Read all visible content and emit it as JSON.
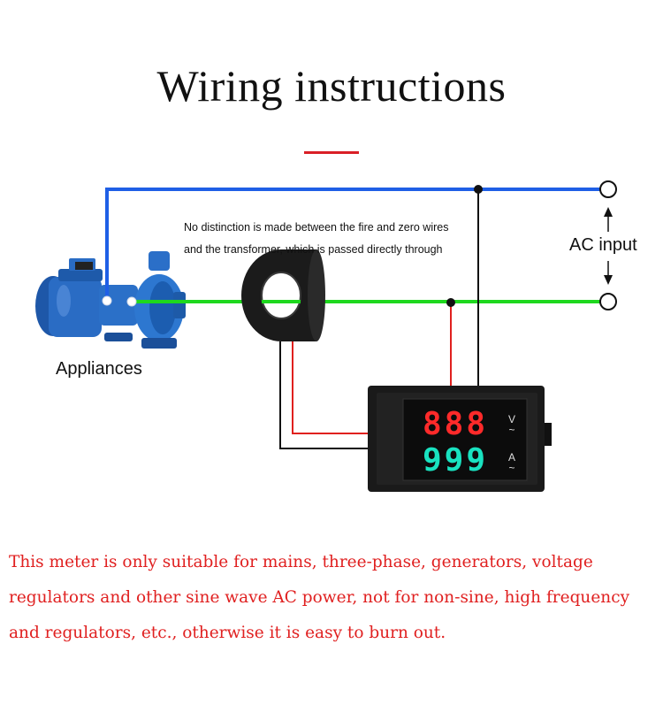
{
  "title": "Wiring instructions",
  "note": {
    "line1": "No distinction is made between the fire and zero wires",
    "line2": "and the transformer, which is passed directly through"
  },
  "labels": {
    "ac_input": "AC input",
    "appliances": "Appliances"
  },
  "meter": {
    "voltage_display": "888",
    "current_display": "999",
    "voltage_unit": "V",
    "current_unit": "A",
    "ac_symbol": "~"
  },
  "warning": {
    "line1": " This meter is only suitable for mains, three-phase, generators, voltage",
    "line2": "regulators and other sine wave AC power, not for non-sine, high frequency",
    "line3": "and regulators, etc., otherwise it is easy to burn out."
  },
  "colors": {
    "live_wire": "#1f5fe6",
    "neutral_wire": "#1ed81e",
    "signal_red": "#e0201e",
    "signal_black": "#111111",
    "title_rule": "#d91f26",
    "warning_text": "#e02020",
    "voltage_digits": "#ff2a2a",
    "current_digits": "#19e2c0"
  },
  "icons": [
    "water-pump-icon",
    "current-transformer-ring",
    "panel-meter"
  ]
}
